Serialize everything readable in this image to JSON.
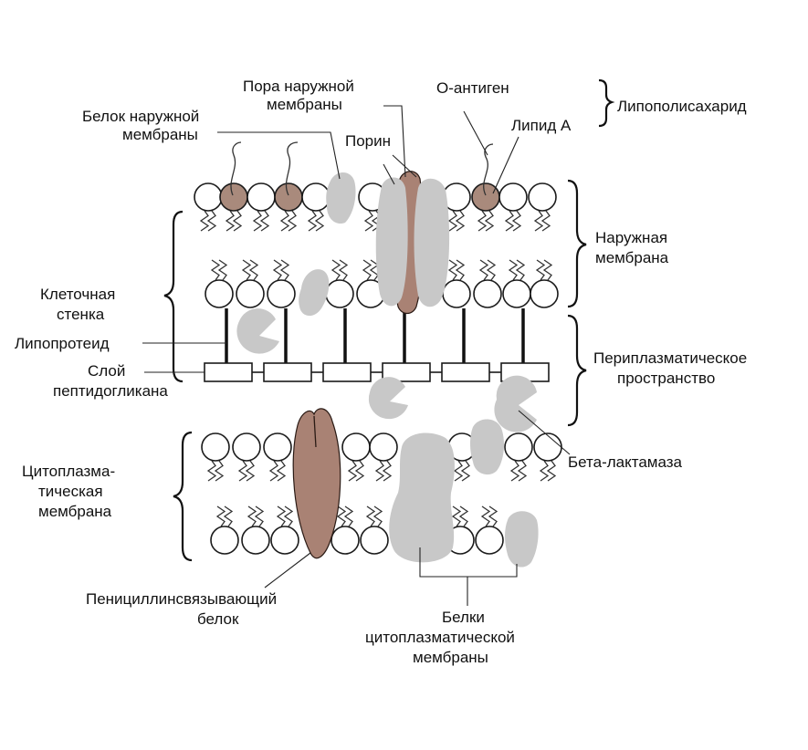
{
  "labels": {
    "outer_membrane_pore": [
      "Пора наружной",
      "мембраны"
    ],
    "o_antigen": "О-антиген",
    "lipopolysaccharide": "Липополисахарид",
    "outer_membrane_protein": [
      "Белок наружной",
      "мембраны"
    ],
    "porin": "Порин",
    "lipid_a": "Липид А",
    "outer_membrane": [
      "Наружная",
      "мембрана"
    ],
    "cell_wall": [
      "Клеточная",
      "стенка"
    ],
    "lipoprotein": "Липопротеид",
    "peptidoglycan_layer": [
      "Слой",
      "пептидогликана"
    ],
    "periplasmic_space": [
      "Периплазматическое",
      "пространство"
    ],
    "cytoplasmic_membrane": [
      "Цитоплазма-",
      "тическая",
      "мембрана"
    ],
    "beta_lactamase": "Бета-лактамаза",
    "penicillin_binding_protein": [
      "Пенициллинсвязывающий",
      "белок"
    ],
    "cytoplasmic_membrane_proteins": [
      "Белки",
      "цитоплазматической",
      "мембраны"
    ]
  },
  "colors": {
    "lps_head": "#a98a7c",
    "penicillin_binding_protein": "#a98274",
    "protein_gray": "#c8c8c8",
    "outline": "#1a1a1a"
  }
}
